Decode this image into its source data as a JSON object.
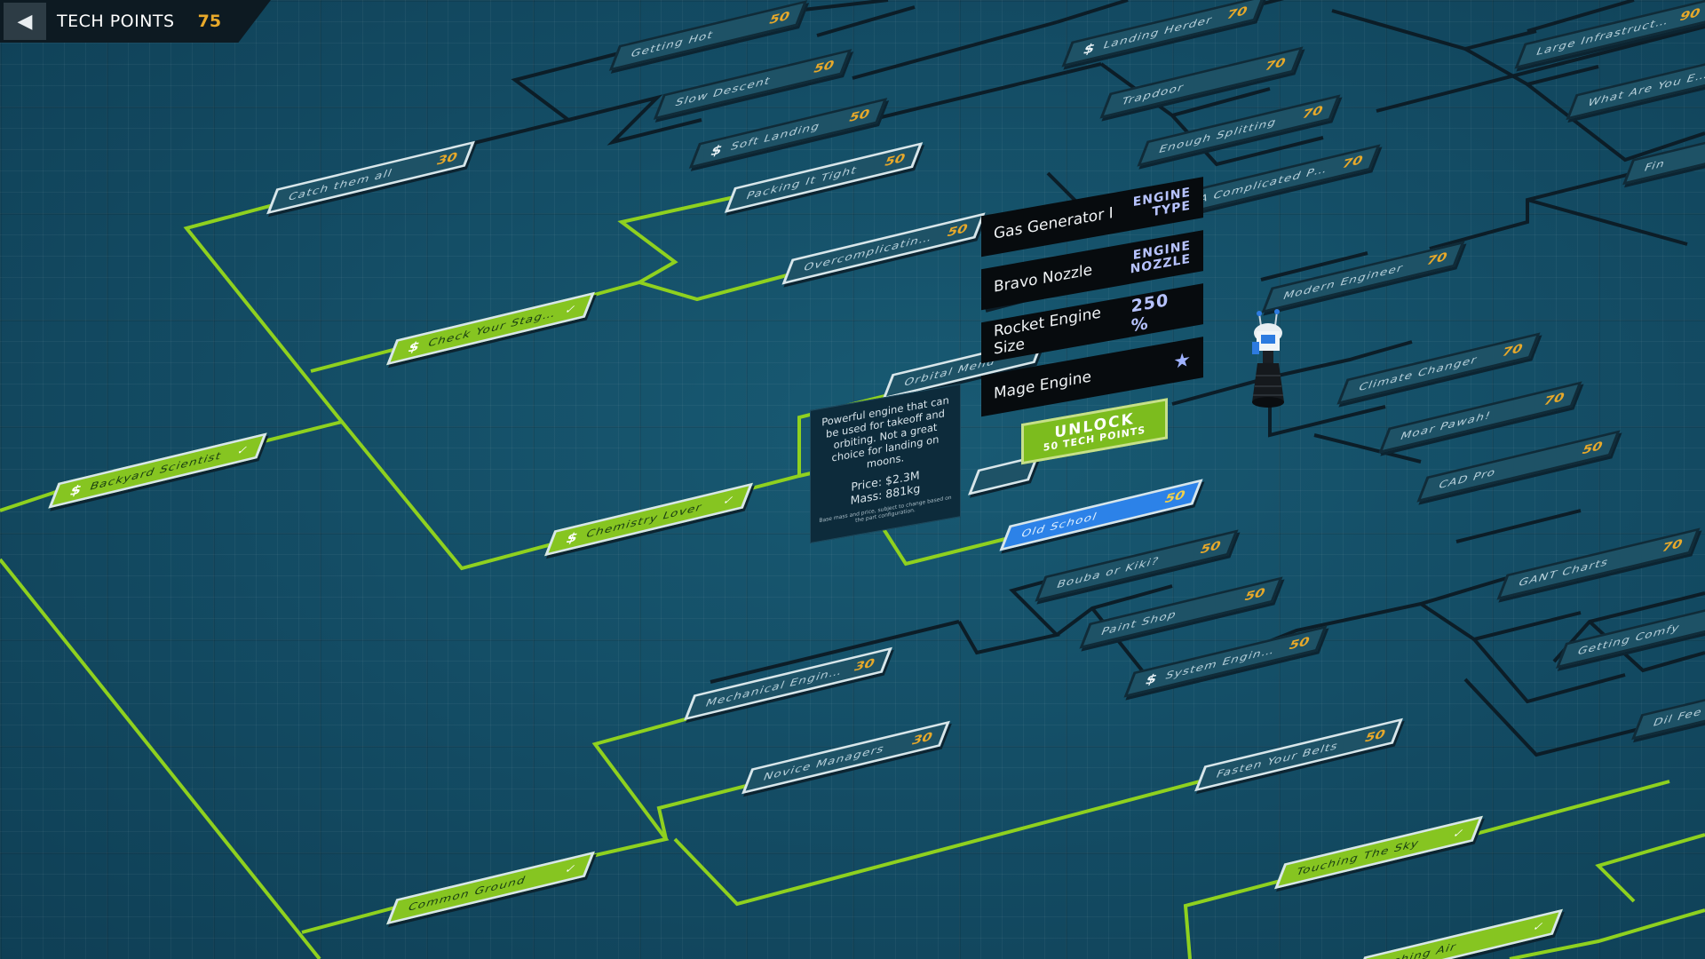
{
  "header": {
    "back_icon": "back-arrow-icon",
    "tech_points_label": "TECH POINTS",
    "tech_points_value": "75"
  },
  "nodes": [
    {
      "id": "backyard",
      "label": "Backyard Scientist",
      "cost": "",
      "dollar": true,
      "state": "done"
    },
    {
      "id": "catch",
      "label": "Catch them all",
      "cost": "30",
      "dollar": false,
      "state": "open"
    },
    {
      "id": "staging",
      "label": "Check Your Staging",
      "cost": "",
      "dollar": true,
      "state": "done"
    },
    {
      "id": "chemistry",
      "label": "Chemistry Lover",
      "cost": "",
      "dollar": true,
      "state": "done"
    },
    {
      "id": "common",
      "label": "Common Ground",
      "cost": "",
      "dollar": false,
      "state": "done"
    },
    {
      "id": "gettinghot",
      "label": "Getting Hot",
      "cost": "50",
      "dollar": false,
      "state": "locked"
    },
    {
      "id": "slowdescent",
      "label": "Slow Descent",
      "cost": "50",
      "dollar": false,
      "state": "locked"
    },
    {
      "id": "softlanding",
      "label": "Soft Landing",
      "cost": "50",
      "dollar": true,
      "state": "locked"
    },
    {
      "id": "packing",
      "label": "Packing It Tight",
      "cost": "50",
      "dollar": false,
      "state": "open"
    },
    {
      "id": "overcomp",
      "label": "Overcomplicating Things",
      "cost": "50",
      "dollar": false,
      "state": "open"
    },
    {
      "id": "orbital",
      "label": "Orbital Menu",
      "cost": "",
      "dollar": false,
      "state": "open"
    },
    {
      "id": "oldschool",
      "label": "Old School",
      "cost": "50",
      "dollar": false,
      "state": "sel"
    },
    {
      "id": "bouba",
      "label": "Bouba or Kiki?",
      "cost": "50",
      "dollar": false,
      "state": "locked"
    },
    {
      "id": "paintshop",
      "label": "Paint Shop",
      "cost": "50",
      "dollar": false,
      "state": "locked"
    },
    {
      "id": "sysengineers",
      "label": "System Engineers",
      "cost": "50",
      "dollar": true,
      "state": "locked"
    },
    {
      "id": "mechengineers",
      "label": "Mechanical Engineers",
      "cost": "30",
      "dollar": false,
      "state": "open"
    },
    {
      "id": "novice",
      "label": "Novice Managers",
      "cost": "30",
      "dollar": false,
      "state": "open"
    },
    {
      "id": "fasten",
      "label": "Fasten Your Belts",
      "cost": "50",
      "dollar": false,
      "state": "open"
    },
    {
      "id": "touching",
      "label": "Touching The Sky",
      "cost": "",
      "dollar": false,
      "state": "done"
    },
    {
      "id": "pushing",
      "label": "Pushing Air",
      "cost": "",
      "dollar": false,
      "state": "done"
    },
    {
      "id": "landingherder",
      "label": "Landing Herder",
      "cost": "70",
      "dollar": true,
      "state": "locked"
    },
    {
      "id": "trapdoor",
      "label": "Trapdoor",
      "cost": "70",
      "dollar": false,
      "state": "locked"
    },
    {
      "id": "enoughsplitting",
      "label": "Enough Splitting",
      "cost": "70",
      "dollar": false,
      "state": "locked"
    },
    {
      "id": "complicated",
      "label": "A Complicated Puzzle",
      "cost": "70",
      "dollar": false,
      "state": "locked"
    },
    {
      "id": "modern",
      "label": "Modern Engineer",
      "cost": "70",
      "dollar": false,
      "state": "locked"
    },
    {
      "id": "climate",
      "label": "Climate Changer",
      "cost": "70",
      "dollar": false,
      "state": "locked"
    },
    {
      "id": "moarpawah",
      "label": "Moar Pawah!",
      "cost": "70",
      "dollar": false,
      "state": "locked"
    },
    {
      "id": "cadpro",
      "label": "CAD Pro",
      "cost": "50",
      "dollar": false,
      "state": "locked"
    },
    {
      "id": "gantcharts",
      "label": "GANT Charts",
      "cost": "70",
      "dollar": false,
      "state": "locked"
    },
    {
      "id": "gettingcomfy",
      "label": "Getting Comfy",
      "cost": "",
      "dollar": false,
      "state": "locked"
    },
    {
      "id": "largeinfra",
      "label": "Large Infrastructure",
      "cost": "90",
      "dollar": false,
      "state": "locked"
    },
    {
      "id": "whatareyou",
      "label": "What Are You Even Trying To Do",
      "cost": "",
      "dollar": false,
      "state": "locked"
    },
    {
      "id": "fin",
      "label": "Fin",
      "cost": "",
      "dollar": false,
      "state": "locked"
    },
    {
      "id": "dil",
      "label": "Dil Fee",
      "cost": "",
      "dollar": false,
      "state": "locked"
    }
  ],
  "popup": {
    "rows": [
      {
        "name": "Gas Generator I",
        "tag": "ENGINE TYPE"
      },
      {
        "name": "Bravo Nozzle",
        "tag": "ENGINE NOZZLE"
      },
      {
        "name": "Rocket Engine Size",
        "value": "250 %"
      },
      {
        "name": "Mage Engine",
        "icon": "star-icon"
      }
    ],
    "unlock_label": "UNLOCK",
    "unlock_cost": "50 TECH POINTS"
  },
  "tooltip": {
    "text": "Powerful engine that can be used for takeoff and orbiting. Not a great choice for landing on moons.",
    "price": "Price: $2.3M",
    "mass": "Mass: 881kg",
    "fine": "Base mass and price, subject to change based on the part configuration."
  },
  "colors": {
    "background": "#134b63",
    "unlocked": "#86c521",
    "wire_unlocked": "#8fd11f",
    "wire_locked": "#0c1d27",
    "cost": "#e8a92a",
    "selected": "#2c82e8"
  }
}
